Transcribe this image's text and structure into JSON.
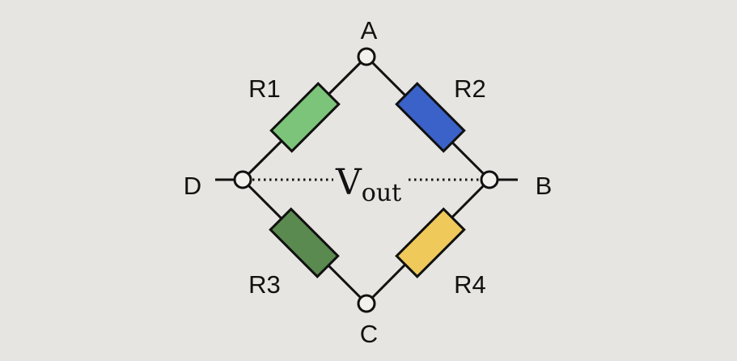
{
  "nodes": {
    "a": "A",
    "b": "B",
    "c": "C",
    "d": "D"
  },
  "resistors": [
    {
      "label": "R1",
      "color": "#7cc47a"
    },
    {
      "label": "R2",
      "color": "#3a62c8"
    },
    {
      "label": "R3",
      "color": "#5a8a4f"
    },
    {
      "label": "R4",
      "color": "#efc95a"
    }
  ],
  "output": {
    "main": "V",
    "sub": "out"
  },
  "colors": {
    "background": "#e6e5e1",
    "wire": "#111111"
  }
}
